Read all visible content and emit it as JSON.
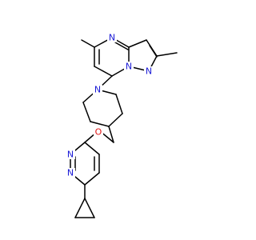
{
  "molecule": {
    "atoms": [
      {
        "id": "n_top",
        "label": "N",
        "color": "#1a1ad6"
      },
      {
        "id": "n_bridge",
        "label": "N",
        "color": "#1a1ad6"
      },
      {
        "id": "n_pyrazole",
        "label": "N",
        "color": "#1a1ad6"
      },
      {
        "id": "n_piperidine",
        "label": "N",
        "color": "#1a1ad6"
      },
      {
        "id": "o_ether",
        "label": "O",
        "color": "#e01515"
      },
      {
        "id": "n_pyridazine_1",
        "label": "N",
        "color": "#1a1ad6"
      },
      {
        "id": "n_pyridazine_2",
        "label": "N",
        "color": "#1a1ad6"
      }
    ]
  }
}
